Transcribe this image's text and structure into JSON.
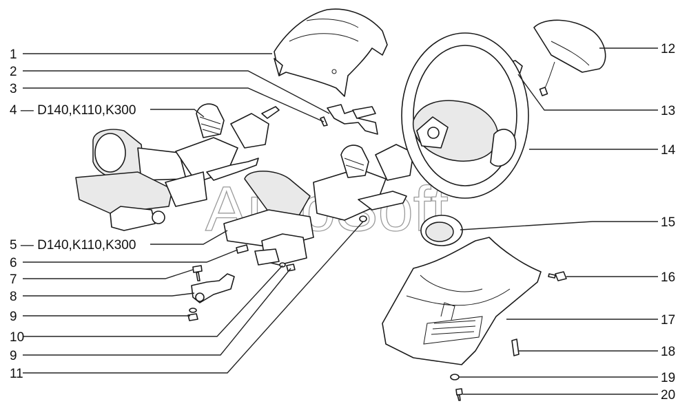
{
  "watermark": "AutoSoft",
  "callouts": {
    "c1": "1",
    "c2": "2",
    "c3": "3",
    "c4": "4 — D140,K110,K300",
    "c5": "5 — D140,K110,K300",
    "c6": "6",
    "c7": "7",
    "c8": "8",
    "c9a": "9",
    "c10": "10",
    "c9b": "9",
    "c11": "11",
    "c12": "12",
    "c13": "13",
    "c14": "14",
    "c15": "15",
    "c16": "16",
    "c17": "17",
    "c18": "18",
    "c19": "19",
    "c20": "20"
  }
}
